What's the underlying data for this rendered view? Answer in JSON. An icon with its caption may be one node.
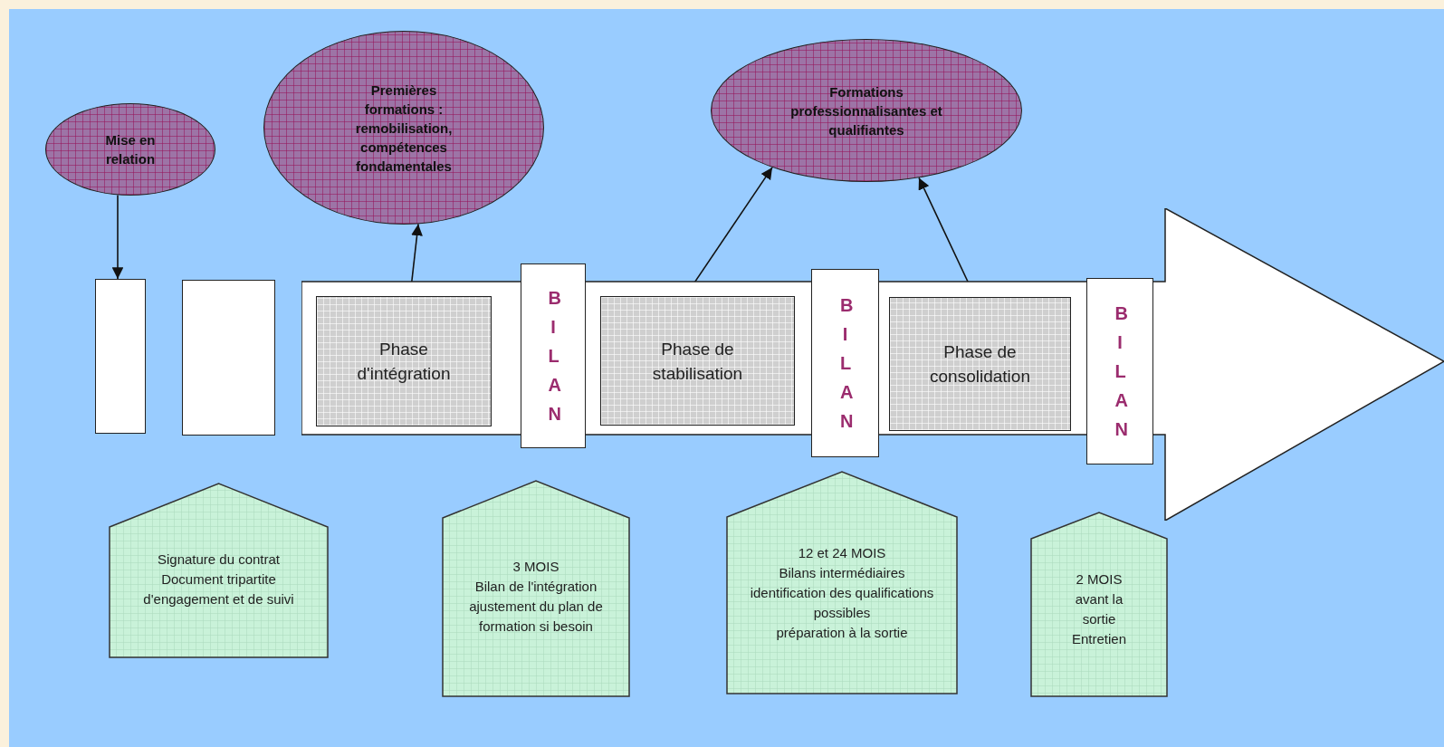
{
  "diagram": {
    "nodes": [
      {
        "text": [
          "Mise en relation"
        ]
      },
      {
        "text": [
          "Premières formations : remobilisation, compétences fondamentales"
        ]
      },
      {
        "text": [
          "Formations professionnalisantes et qualifiantes"
        ]
      },
      {
        "text": [],
        "shape": "box"
      },
      {
        "text": [],
        "shape": "box"
      },
      {
        "text": [],
        "shape": "arrow"
      },
      {
        "text": [
          "Phase d'intégration"
        ],
        "in": 5
      },
      {
        "text": [
          "BILAN"
        ],
        "in": 5
      },
      {
        "text": [
          "Phase de stabilisation"
        ],
        "in": 5
      },
      {
        "text": [
          "BILAN"
        ],
        "in": 5
      },
      {
        "text": [
          "Phase de consolidation"
        ],
        "in": 5
      },
      {
        "text": [
          "BILAN"
        ],
        "in": 5
      },
      {
        "text": [
          "Signature du contrat",
          "Document tripartite d'engagement et de suivi"
        ]
      },
      {
        "text": [
          "3 MOIS",
          "Bilan de l'intégration",
          "ajustement du plan de formation si besoin"
        ]
      },
      {
        "text": [
          "12 et 24 MOIS",
          "Bilans intermédiaires",
          "identification des qualifications possibles",
          "préparation à la sortie"
        ]
      },
      {
        "text": [
          "2 MOIS avant la sortie",
          "Entretien"
        ]
      }
    ],
    "edges": [
      {
        "from": 0,
        "to": 3,
        "arrow": "to"
      },
      {
        "from": 6,
        "to": 1,
        "arrow": "to"
      },
      {
        "from": 8,
        "to": 2,
        "arrow": "to"
      },
      {
        "from": 10,
        "to": 2,
        "arrow": "to"
      }
    ]
  }
}
